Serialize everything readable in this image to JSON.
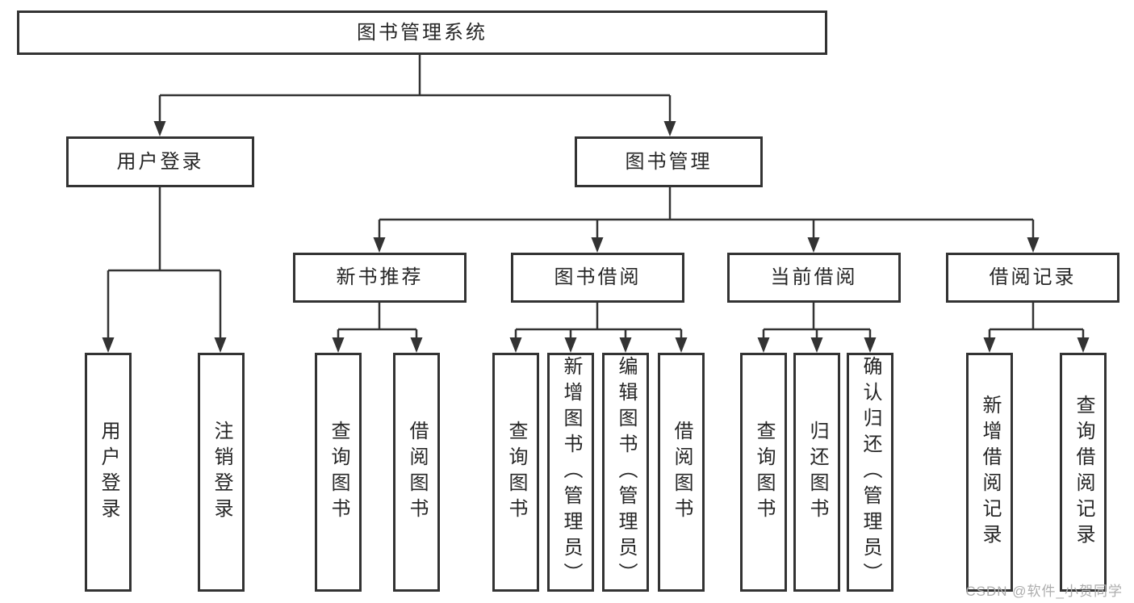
{
  "diagram": {
    "root": "图书管理系统",
    "level2": {
      "user_login": "用户登录",
      "book_management": "图书管理"
    },
    "level3": {
      "new_book_recommend": "新书推荐",
      "book_borrow": "图书借阅",
      "current_borrow": "当前借阅",
      "borrow_records": "借阅记录"
    },
    "leaves": {
      "user_login": "用户登录",
      "logout": "注销登录",
      "recommend_query_books": "查询图书",
      "recommend_borrow_books": "借阅图书",
      "borrow_query_books": "查询图书",
      "borrow_add_books": "新增图书（管理员）",
      "borrow_edit_books": "编辑图书（管理员）",
      "borrow_borrow_books": "借阅图书",
      "current_query_books": "查询图书",
      "current_return_books": "归还图书",
      "current_confirm_return": "确认归还（管理员）",
      "records_add_record": "新增借阅记录",
      "records_query_record": "查询借阅记录"
    }
  },
  "watermark": {
    "text": "CSDN @软件_小贺同学"
  },
  "colors": {
    "line": "#333333",
    "box_border": "#333333",
    "text": "#262626",
    "watermark": "#adadad",
    "background": "#ffffff"
  }
}
